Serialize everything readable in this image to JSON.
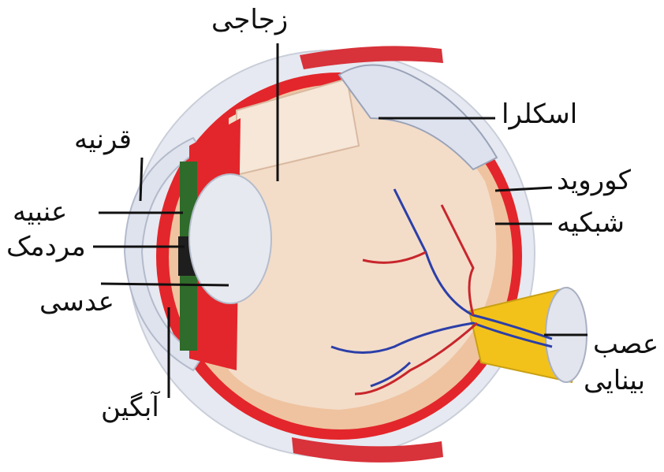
{
  "labels": {
    "vitreous": "زجاجی",
    "sclera": "اسکلرا",
    "cornea": "قرنیه",
    "choroid": "کوروید",
    "iris": "عنبیه",
    "retina": "شبکیه",
    "pupil": "مردمک",
    "lens": "عدسی",
    "optic_nerve_line1": "عصب",
    "optic_nerve_line2": "بینایی",
    "aqueous": "آبگین"
  },
  "colors": {
    "sclera_outer": "#e9ecf3",
    "choroid_red": "#e3262b",
    "retina_peach": "#efc3a0",
    "vitreous_pale": "#f3ddc9",
    "iris_green": "#2f6b2a",
    "lens": "#e7e9f0",
    "nerve_yellow": "#f3c21a",
    "vessel_blue": "#2c3fa8",
    "vessel_red": "#c8262c"
  }
}
